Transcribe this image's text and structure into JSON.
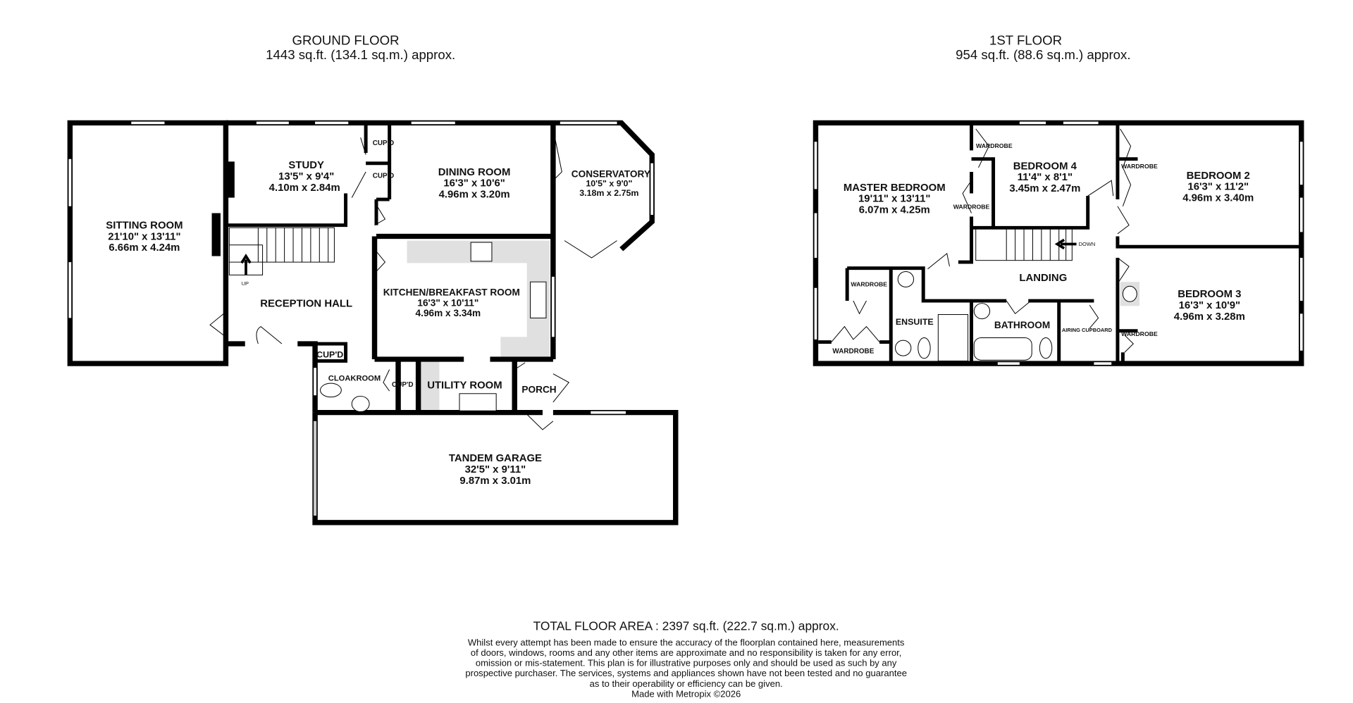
{
  "ground_floor": {
    "title": "GROUND FLOOR",
    "area": "1443 sq.ft. (134.1 sq.m.) approx.",
    "rooms": [
      {
        "name": "SITTING ROOM",
        "imperial": "21'10\"  x 13'11\"",
        "metric": "6.66m  x 4.24m"
      },
      {
        "name": "STUDY",
        "imperial": "13'5\"  x 9'4\"",
        "metric": "4.10m  x 2.84m"
      },
      {
        "name": "DINING ROOM",
        "imperial": "16'3\"  x 10'6\"",
        "metric": "4.96m  x 3.20m"
      },
      {
        "name": "CONSERVATORY",
        "imperial": "10'5\"  x 9'0\"",
        "metric": "3.18m  x 2.75m"
      },
      {
        "name": "KITCHEN/BREAKFAST ROOM",
        "imperial": "16'3\"  x 10'11\"",
        "metric": "4.96m  x 3.34m"
      },
      {
        "name": "TANDEM GARAGE",
        "imperial": "32'5\"  x 9'11\"",
        "metric": "9.87m  x 3.01m"
      }
    ],
    "labels": {
      "reception_hall": "RECEPTION HALL",
      "cloakroom": "CLOAKROOM",
      "utility_room": "UTILITY ROOM",
      "porch": "PORCH",
      "cupd": "CUP'D",
      "up": "UP"
    }
  },
  "first_floor": {
    "title": "1ST FLOOR",
    "area": "954 sq.ft. (88.6 sq.m.) approx.",
    "rooms": [
      {
        "name": "MASTER BEDROOM",
        "imperial": "19'11\"  x 13'11\"",
        "metric": "6.07m  x 4.25m"
      },
      {
        "name": "BEDROOM 4",
        "imperial": "11'4\"  x 8'1\"",
        "metric": "3.45m  x 2.47m"
      },
      {
        "name": "BEDROOM 2",
        "imperial": "16'3\"  x 11'2\"",
        "metric": "4.96m  x 3.40m"
      },
      {
        "name": "BEDROOM 3",
        "imperial": "16'3\"  x 10'9\"",
        "metric": "4.96m  x 3.28m"
      }
    ],
    "labels": {
      "landing": "LANDING",
      "ensuite": "ENSUITE",
      "bathroom": "BATHROOM",
      "airing_cupboard": "AIRING CUPBOARD",
      "wardrobe": "WARDROBE",
      "down": "DOWN"
    }
  },
  "footer": {
    "total": "TOTAL FLOOR AREA : 2397 sq.ft. (222.7 sq.m.) approx.",
    "disclaimer": [
      "Whilst every attempt has been made to ensure the accuracy of the floorplan contained here, measurements",
      "of doors, windows, rooms and any other items are approximate and no responsibility is taken for any error,",
      "omission or mis-statement. This plan is for illustrative purposes only and should be used as such by any",
      "prospective purchaser. The services, systems and appliances shown have not been tested and no guarantee",
      "as to their operability or efficiency can be given."
    ],
    "credit": "Made with Metropix ©2026"
  }
}
